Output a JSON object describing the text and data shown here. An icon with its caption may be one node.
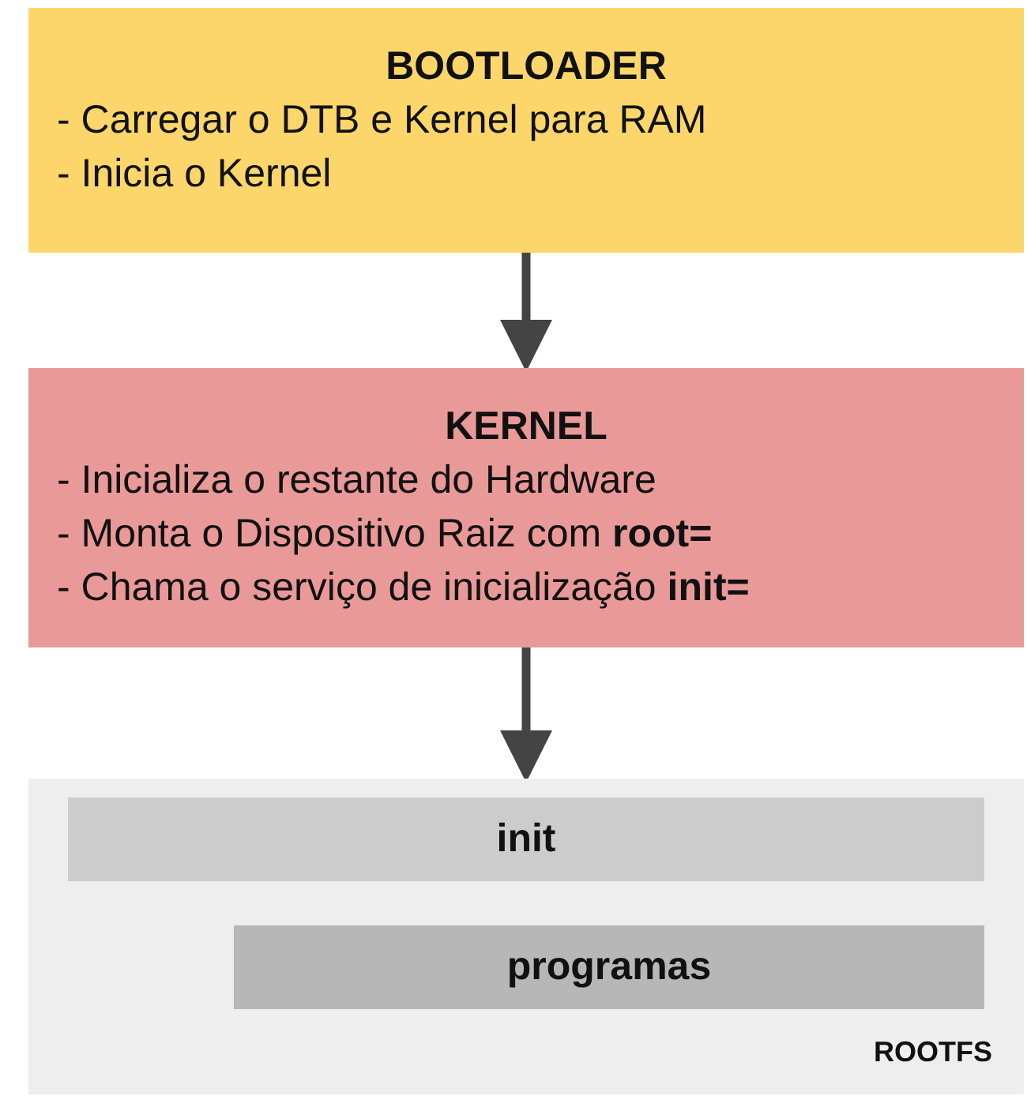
{
  "diagram": {
    "nodes": [
      {
        "text": [
          "BOOTLOADER",
          "- Carregar o DTB e Kernel para RAM",
          "- Inicia o Kernel"
        ]
      },
      {
        "text": [
          "KERNEL",
          "- Inicializa o restante do Hardware",
          "- Monta o Dispositivo Raiz com **root=**",
          "- Chama o serviço de inicialização **init=**"
        ]
      },
      {
        "text": [
          "ROOTFS"
        ]
      },
      {
        "text": [
          "init"
        ],
        "in": 2
      },
      {
        "text": [
          "programas"
        ],
        "in": 2
      }
    ],
    "edges": [
      {
        "from": 0,
        "to": 1,
        "arrow": "to"
      },
      {
        "from": 1,
        "to": 2,
        "arrow": "to"
      }
    ]
  }
}
